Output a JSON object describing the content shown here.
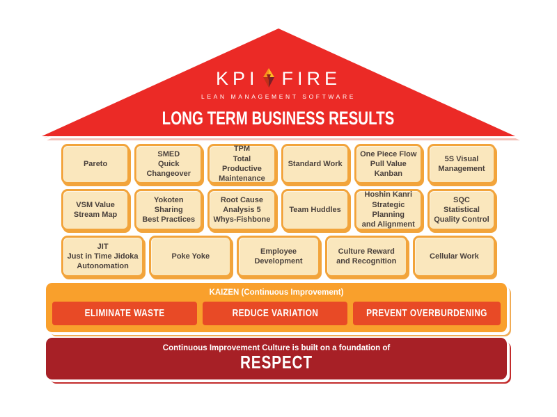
{
  "roof": {
    "logo": {
      "kpi": "KPI",
      "fire": "FIRE",
      "subtitle": "LEAN MANAGEMENT SOFTWARE"
    },
    "title": "LONG TERM BUSINESS RESULTS"
  },
  "rows": [
    {
      "boxes": [
        {
          "label": "Pareto"
        },
        {
          "label": "SMED\nQuick\nChangeover"
        },
        {
          "label": "TPM\nTotal Productive\nMaintenance"
        },
        {
          "label": "Standard Work"
        },
        {
          "label": "One Piece Flow\nPull Value\nKanban"
        },
        {
          "label": "5S Visual\nManagement"
        }
      ]
    },
    {
      "boxes": [
        {
          "label": "VSM Value\nStream Map"
        },
        {
          "label": "Yokoten Sharing\nBest Practices"
        },
        {
          "label": "Root Cause\nAnalysis 5\nWhys-Fishbone"
        },
        {
          "label": "Team Huddles"
        },
        {
          "label": "Hoshin Kanri\nStrategic Planning\nand Alignment"
        },
        {
          "label": "SQC\nStatistical\nQuality Control"
        }
      ]
    },
    {
      "boxes": [
        {
          "label": "JIT\nJust in Time Jidoka\nAutonomation"
        },
        {
          "label": "Poke Yoke"
        },
        {
          "label": "Employee\nDevelopment"
        },
        {
          "label": "Culture Reward\nand Recognition"
        },
        {
          "label": "Cellular Work"
        }
      ]
    }
  ],
  "kaizen": {
    "label": "KAIZEN (Continuous Improvement)",
    "buttons": [
      {
        "label": "ELIMINATE WASTE"
      },
      {
        "label": "REDUCE VARIATION"
      },
      {
        "label": "PREVENT OVERBURDENING"
      }
    ]
  },
  "foundation": {
    "line": "Continuous Improvement Culture is built on a foundation of",
    "word": "RESPECT"
  },
  "colors": {
    "roof_red": "#eb2a26",
    "roof_shadow_pink": "#f3bfb6",
    "box_cream": "#fae7bd",
    "box_border_gold": "#f2a43b",
    "box_text": "#4a413c",
    "kaizen_orange": "#f9a02c",
    "button_red": "#e84a26",
    "foundation_dark_red": "#a72026",
    "text_white": "#ffffff"
  }
}
